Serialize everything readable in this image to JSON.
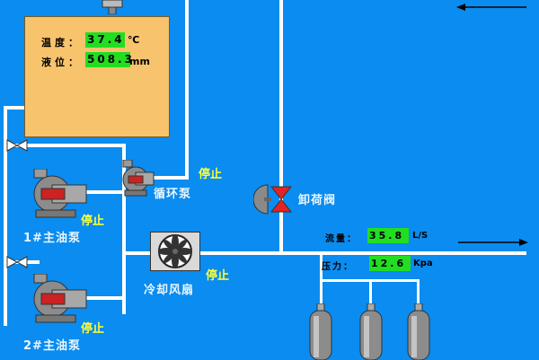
{
  "tank": {
    "temp_label": "温度：",
    "temp_value": "37.4",
    "temp_unit": "℃",
    "level_label": "液位：",
    "level_value": "508.3",
    "level_unit": "mm"
  },
  "pumps": {
    "circulation": {
      "status": "停止",
      "name": "循环泵"
    },
    "main1": {
      "status": "停止",
      "name": "1#主油泵"
    },
    "main2": {
      "status": "停止",
      "name": "2#主油泵"
    }
  },
  "fan": {
    "status": "停止",
    "name": "冷却风扇"
  },
  "valve": {
    "name": "卸荷阀"
  },
  "flow": {
    "label": "流量：",
    "value": "35.8",
    "unit": "L/S"
  },
  "pressure": {
    "label": "压力：",
    "value": "12.6",
    "unit": "Kpa"
  },
  "colors": {
    "background": "#0a8cf0",
    "tank": "#f7c46d",
    "indicator": "#22dd22",
    "status": "#ffff33"
  }
}
